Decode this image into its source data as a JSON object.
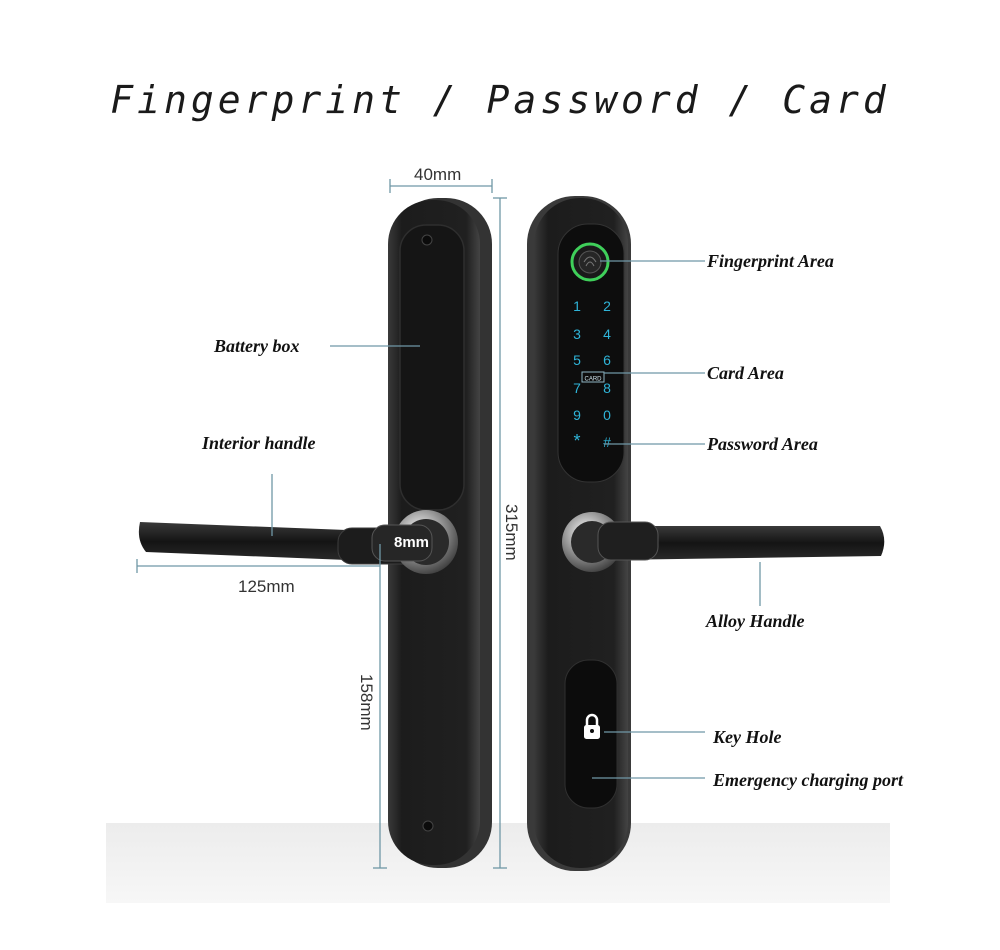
{
  "title": "Fingerprint / Password / Card",
  "callouts": {
    "battery_box": "Battery box",
    "interior_handle": "Interior handle",
    "fingerprint_area": "Fingerprint Area",
    "card_area": "Card Area",
    "password_area": "Password Area",
    "alloy_handle": "Alloy Handle",
    "key_hole": "Key Hole",
    "emergency_port": "Emergency charging port"
  },
  "dimensions": {
    "width": "40mm",
    "height": "315mm",
    "handle_length": "125mm",
    "handle_height": "158mm",
    "spindle": "8mm"
  },
  "keypad": {
    "keys": [
      "1",
      "2",
      "3",
      "4",
      "5",
      "6",
      "7",
      "8",
      "9",
      "0",
      "*",
      "#"
    ],
    "card_label": "CARD"
  },
  "colors": {
    "lock_body": "#1f1f1f",
    "keypad_digits": "#2fb4d8",
    "fingerprint_ring": "#3fcf5a",
    "leader_lines": "#6f97a6",
    "floor": "#e6e6e6"
  }
}
